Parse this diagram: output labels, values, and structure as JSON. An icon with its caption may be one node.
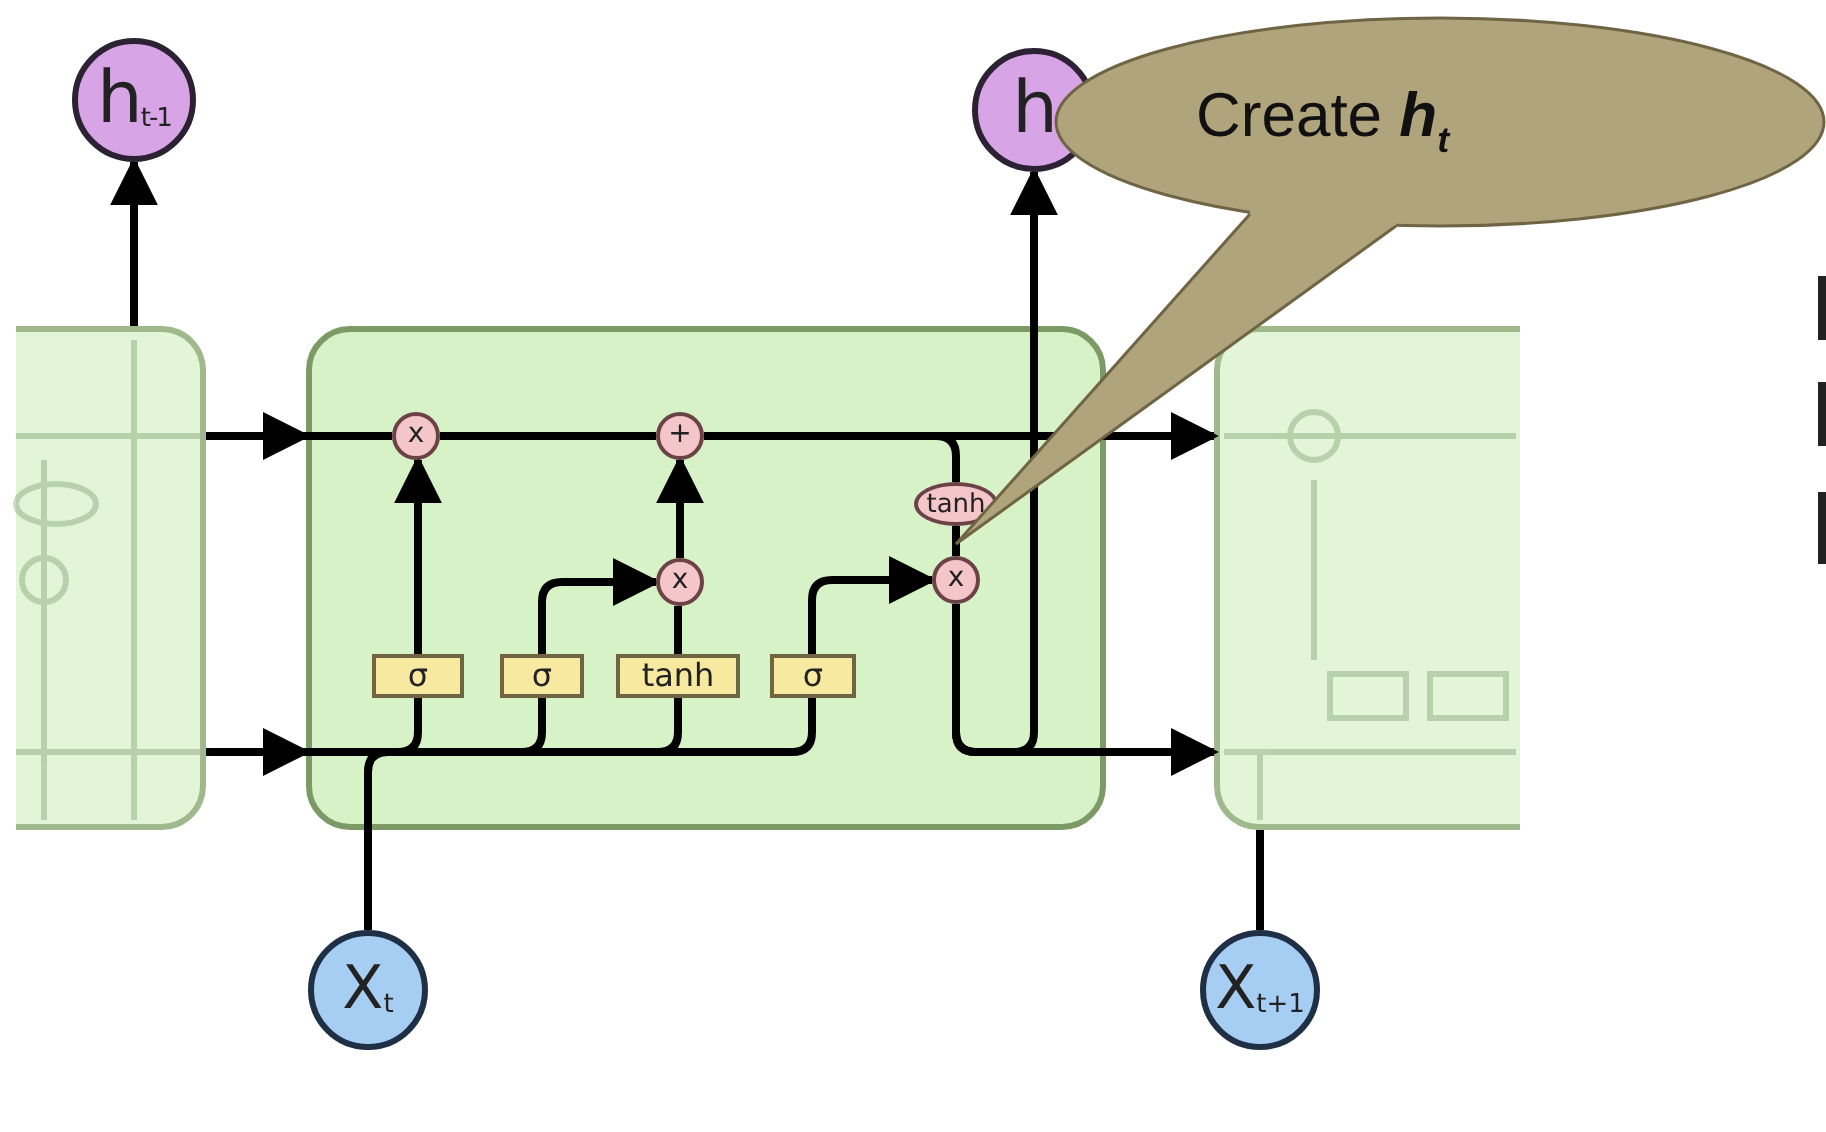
{
  "diagram": {
    "nodes": [
      {
        "text": [
          "h$_{t-1}$"
        ]
      },
      {
        "text": [
          "h"
        ]
      },
      {
        "text": [
          "Create **h**$_{t}$"
        ]
      },
      {
        "text": [],
        "shape": "box"
      },
      {
        "text": [],
        "shape": "box"
      },
      {
        "text": [],
        "shape": "box"
      },
      {
        "text": [
          "x"
        ],
        "in": 4
      },
      {
        "text": [
          "+"
        ],
        "in": 4
      },
      {
        "text": [
          "x"
        ],
        "in": 4
      },
      {
        "text": [
          "tanh"
        ],
        "in": 4
      },
      {
        "text": [
          "x"
        ],
        "in": 4
      },
      {
        "text": [
          "σ"
        ],
        "in": 4
      },
      {
        "text": [
          "σ"
        ],
        "in": 4
      },
      {
        "text": [
          "tanh"
        ],
        "in": 4
      },
      {
        "text": [
          "σ"
        ],
        "in": 4
      },
      {
        "text": [
          "X$_{t}$"
        ]
      },
      {
        "text": [
          "X$_{t+1}$"
        ]
      }
    ],
    "edges": [
      {
        "from": 3,
        "to": 0,
        "arrow": "to"
      },
      {
        "from": 3,
        "to": 4,
        "arrow": "to"
      },
      {
        "from": 4,
        "to": 6,
        "arrow": "none"
      },
      {
        "from": 6,
        "to": 7,
        "arrow": "none"
      },
      {
        "from": 7,
        "to": 4,
        "arrow": "none"
      },
      {
        "from": 4,
        "to": 5,
        "arrow": "to"
      },
      {
        "from": 11,
        "to": 6,
        "arrow": "to"
      },
      {
        "from": 12,
        "to": 8,
        "arrow": "to"
      },
      {
        "from": 13,
        "to": 8,
        "arrow": "none"
      },
      {
        "from": 8,
        "to": 7,
        "arrow": "to"
      },
      {
        "from": 7,
        "to": 9,
        "arrow": "none"
      },
      {
        "from": 14,
        "to": 10,
        "arrow": "to"
      },
      {
        "from": 9,
        "to": 10,
        "arrow": "none"
      },
      {
        "from": 10,
        "to": 5,
        "arrow": "to"
      },
      {
        "from": 10,
        "to": 1,
        "arrow": "to"
      },
      {
        "from": 3,
        "to": 4,
        "arrow": "to"
      },
      {
        "from": 15,
        "to": 4,
        "arrow": "none"
      },
      {
        "from": 16,
        "to": 5,
        "arrow": "none"
      },
      {
        "from": 4,
        "to": 11,
        "arrow": "none"
      },
      {
        "from": 4,
        "to": 12,
        "arrow": "none"
      },
      {
        "from": 4,
        "to": 13,
        "arrow": "none"
      },
      {
        "from": 4,
        "to": 14,
        "arrow": "none"
      }
    ]
  }
}
